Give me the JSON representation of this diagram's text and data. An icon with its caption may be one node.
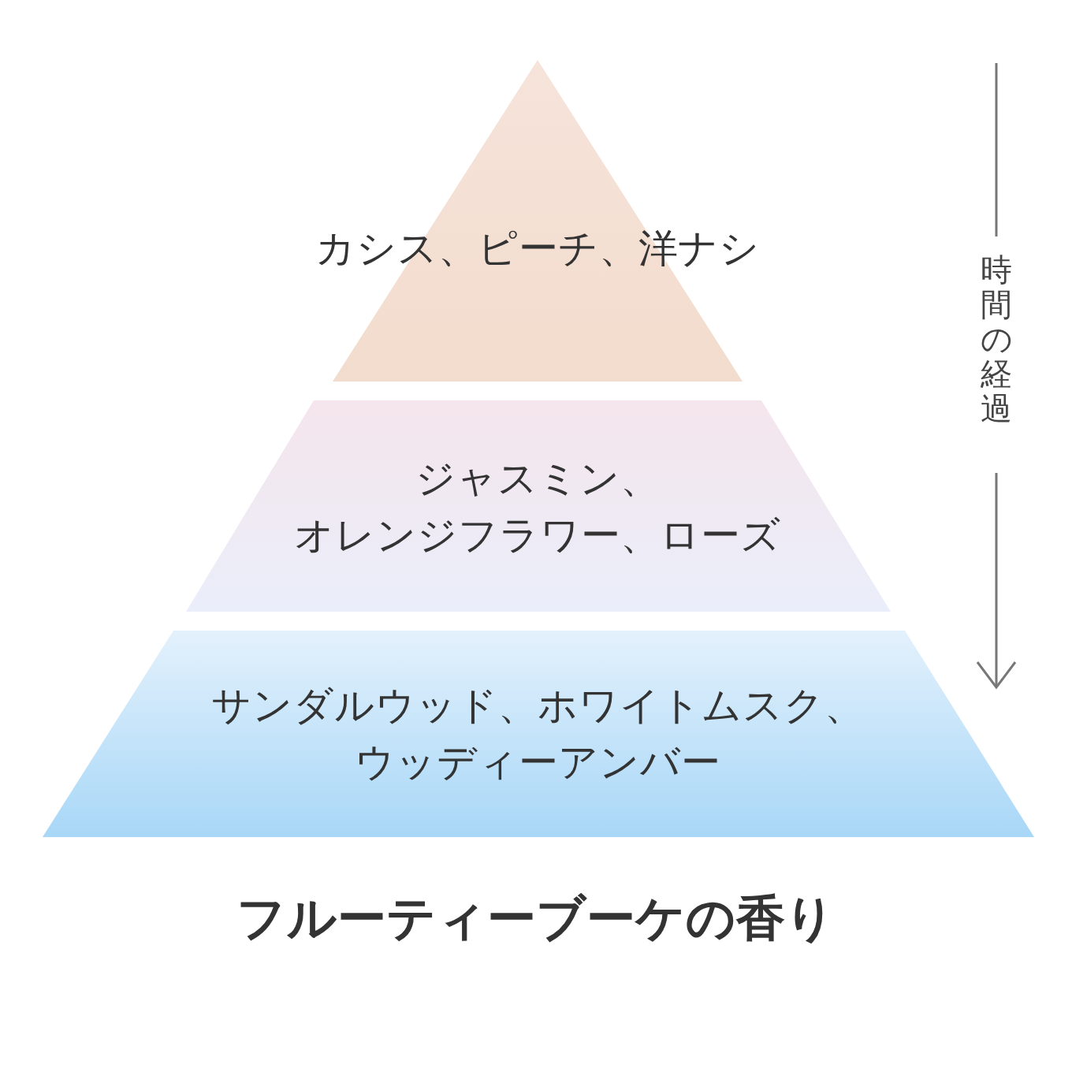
{
  "diagram": {
    "title": "フルーティーブーケの香り",
    "nodes": [
      {
        "text": [
          "カシス、ピーチ、洋ナシ"
        ]
      },
      {
        "text": [
          "ジャスミン、オレンジフラワー、ローズ"
        ]
      },
      {
        "text": [
          "サンダルウッド、ホワイトムスク、ウッディーアンバー"
        ]
      }
    ],
    "labels": [
      "時間の経過"
    ]
  }
}
